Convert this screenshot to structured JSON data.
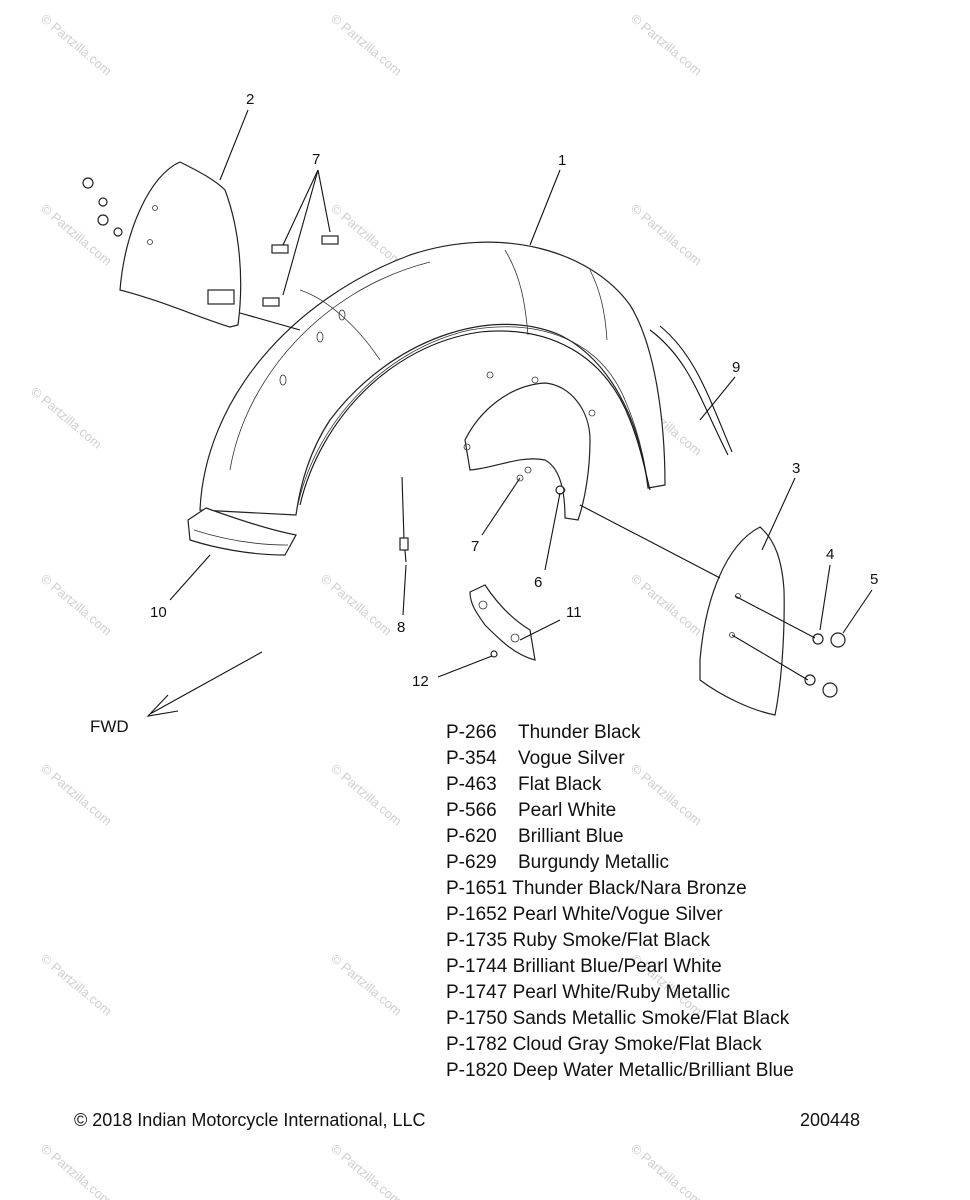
{
  "watermark": "© Partzilla.com",
  "callouts": {
    "c1": "1",
    "c2": "2",
    "c3": "3",
    "c4": "4",
    "c5": "5",
    "c6": "6",
    "c7a": "7",
    "c7b": "7",
    "c8": "8",
    "c9": "9",
    "c10": "10",
    "c11": "11",
    "c12": "12"
  },
  "fwd_label": "FWD",
  "legend": [
    {
      "code": "P-266",
      "name": "Thunder Black"
    },
    {
      "code": "P-354",
      "name": "Vogue Silver"
    },
    {
      "code": "P-463",
      "name": "Flat Black"
    },
    {
      "code": "P-566",
      "name": "Pearl White"
    },
    {
      "code": "P-620",
      "name": "Brilliant Blue"
    },
    {
      "code": "P-629",
      "name": "Burgundy Metallic"
    },
    {
      "code": "P-1651",
      "name": "Thunder Black/Nara Bronze"
    },
    {
      "code": "P-1652",
      "name": "Pearl White/Vogue Silver"
    },
    {
      "code": "P-1735",
      "name": "Ruby Smoke/Flat Black"
    },
    {
      "code": "P-1744",
      "name": "Brilliant Blue/Pearl White"
    },
    {
      "code": "P-1747",
      "name": "Pearl White/Ruby Metallic"
    },
    {
      "code": "P-1750",
      "name": "Sands Metallic Smoke/Flat Black"
    },
    {
      "code": "P-1782",
      "name": "Cloud Gray Smoke/Flat Black"
    },
    {
      "code": "P-1820",
      "name": "Deep Water Metallic/Brilliant Blue"
    }
  ],
  "copyright": "© 2018 Indian Motorcycle International, LLC",
  "drawing_number": "200448"
}
